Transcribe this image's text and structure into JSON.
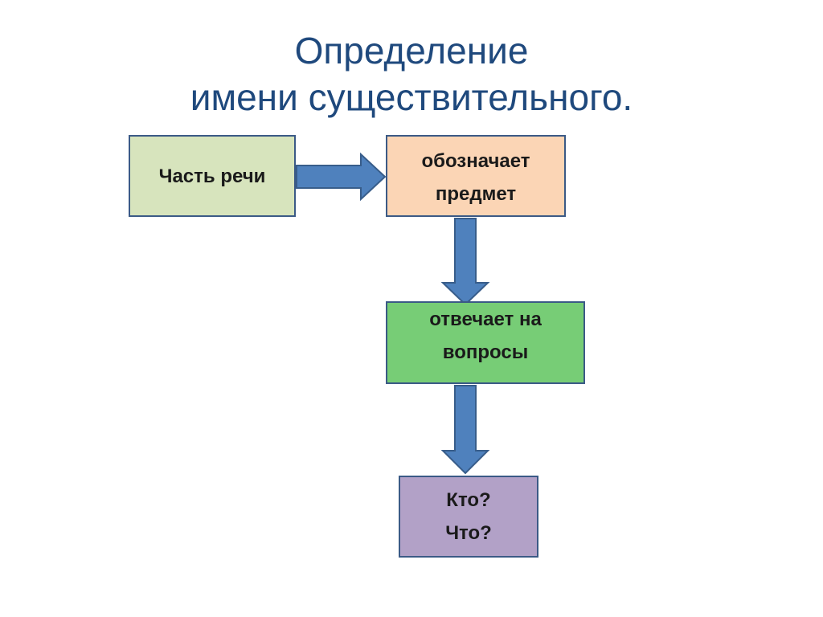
{
  "title": {
    "line1": "Определение",
    "line2": "имени существительного."
  },
  "boxes": {
    "part_of_speech": {
      "label": "Часть речи",
      "color": "#d7e4bd"
    },
    "denotes": {
      "line1": "обозначает",
      "line2": "предмет",
      "color": "#fbd5b5"
    },
    "answers": {
      "line1": "отвечает на",
      "line2": "вопросы",
      "color": "#77cd76"
    },
    "questions": {
      "line1": "Кто?",
      "line2": "Что?",
      "color": "#b2a1c7"
    }
  },
  "colors": {
    "title": "#1f497d",
    "arrow": "#4f81bd",
    "box_border": "#3b5a86"
  }
}
